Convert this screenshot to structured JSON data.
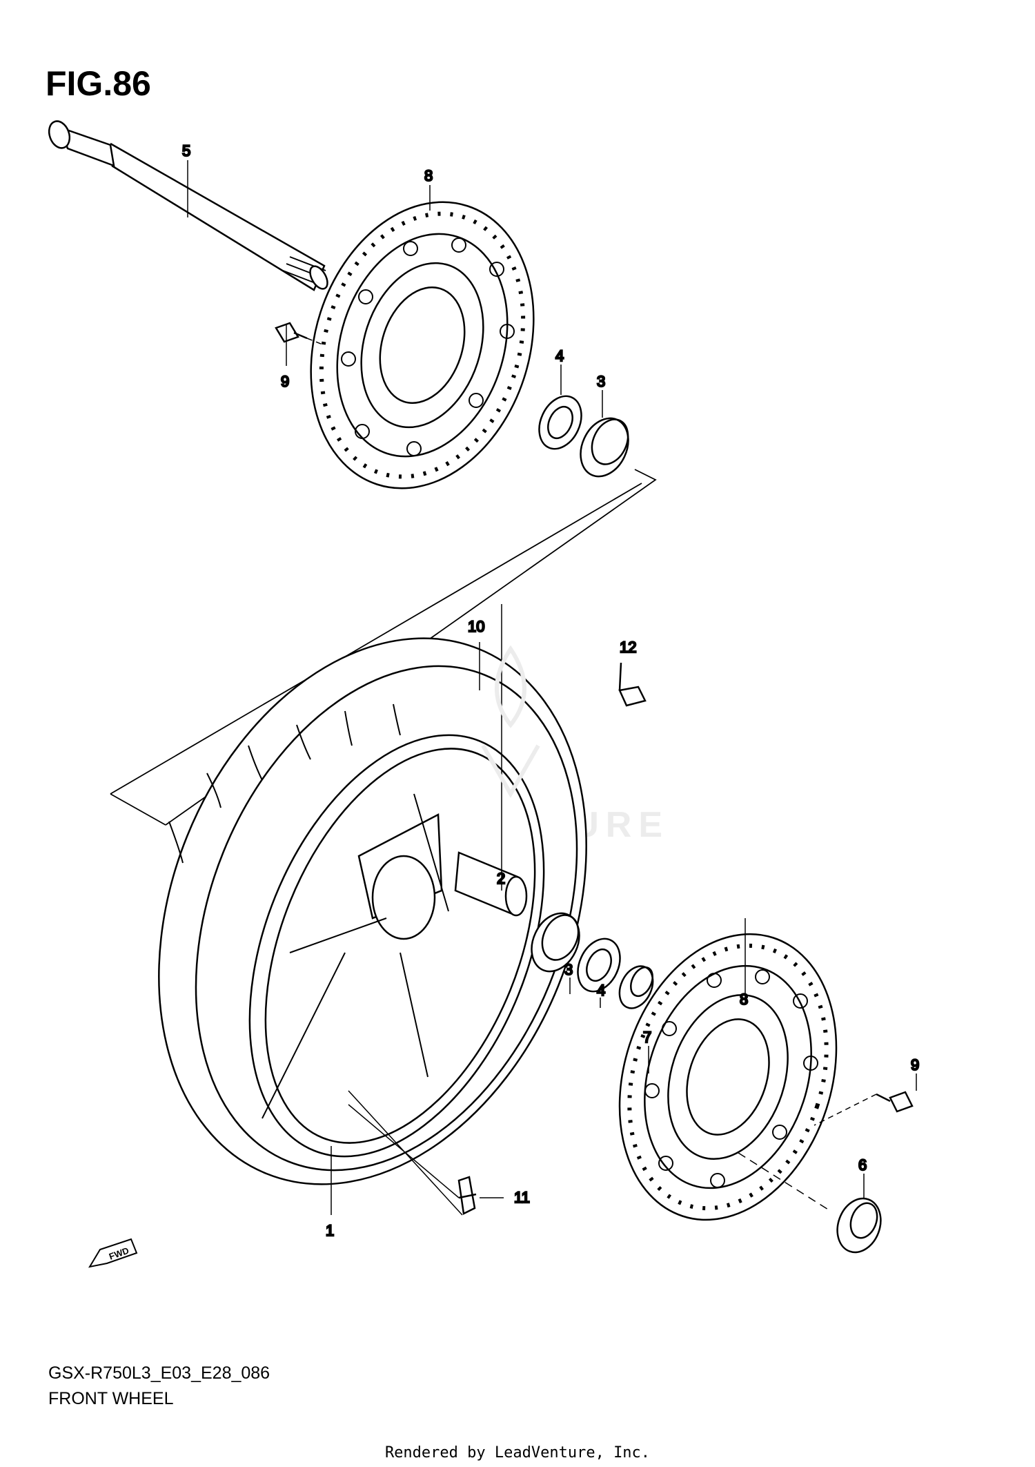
{
  "figure": {
    "title": "FIG.86"
  },
  "callouts": {
    "c1": "1",
    "c2": "2",
    "c3a": "3",
    "c3b": "3",
    "c4a": "4",
    "c4b": "4",
    "c5": "5",
    "c6": "6",
    "c7": "7",
    "c8a": "8",
    "c8b": "8",
    "c9a": "9",
    "c9b": "9",
    "c10": "10",
    "c11": "11",
    "c12": "12"
  },
  "fwd_label": "FWD",
  "watermark": "LEADVENTURE",
  "model_code": "GSX-R750L3_E03_E28_086",
  "section_name": "FRONT WHEEL",
  "footer": "Rendered by LeadVenture, Inc.",
  "icons": [
    "fwd-arrow-icon",
    "leadventure-flame-logo-icon"
  ]
}
